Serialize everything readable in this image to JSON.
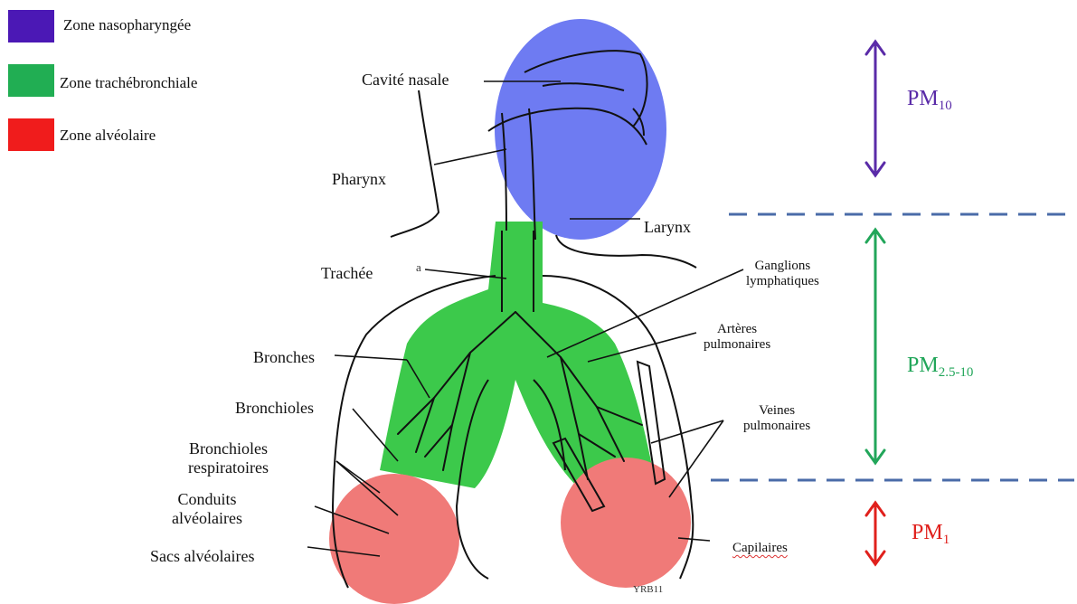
{
  "legend": [
    {
      "label": "Zone nasopharyngée",
      "color": "#4B18B5"
    },
    {
      "label": "Zone trachébronchiale",
      "color": "#21AE53"
    },
    {
      "label": "Zone alvéolaire",
      "color": "#F01C1C"
    }
  ],
  "zone_colors": {
    "nasopharyngeal": "#6E7BF2",
    "tracheobronchial": "#3CC94B",
    "alveolar": "#F07A78"
  },
  "labels": {
    "cavite_nasale": "Cavité nasale",
    "pharynx": "Pharynx",
    "larynx": "Larynx",
    "trachee": "Trachée",
    "bronches": "Bronches",
    "bronchioles": "Bronchioles",
    "bronchioles_resp_1": "Bronchioles",
    "bronchioles_resp_2": "respiratoires",
    "conduits_1": "Conduits",
    "conduits_2": "alvéolaires",
    "sacs": "Sacs alvéolaires",
    "ganglions_1": "Ganglions",
    "ganglions_2": "lymphatiques",
    "arteres_1": "Artères",
    "arteres_2": "pulmonaires",
    "veines_1": "Veines",
    "veines_2": "pulmonaires",
    "capilaires": "Capilaires",
    "letter_a": "a",
    "signature": "YRB11"
  },
  "particle_sizes": [
    {
      "base": "PM",
      "sub": "10",
      "color": "#5A2BA8"
    },
    {
      "base": "PM",
      "sub": "2.5-10",
      "color": "#22A65A"
    },
    {
      "base": "PM",
      "sub": "1",
      "color": "#E0201C"
    }
  ],
  "separator_color": "#4A6BA8"
}
